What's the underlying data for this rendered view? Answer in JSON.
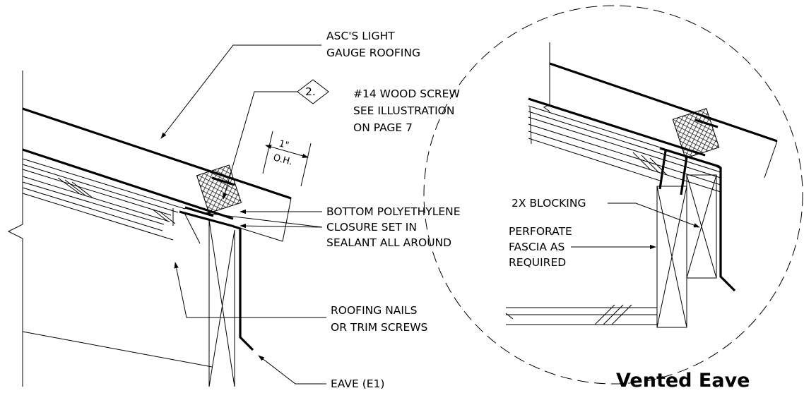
{
  "labels": {
    "roofing_1": "ASC'S LIGHT",
    "roofing_2": "GAUGE ROOFING",
    "callout_number": "2.",
    "screw_1": "#14 WOOD SCREW",
    "screw_2": "SEE ILLUSTRATION",
    "screw_3": "ON PAGE 7",
    "overhang_1": "1\"",
    "overhang_2": "O.H.",
    "closure_1": "BOTTOM POLYETHYLENE",
    "closure_2": "CLOSURE SET IN",
    "closure_3": "SEALANT ALL AROUND",
    "nails_1": "ROOFING NAILS",
    "nails_2": "OR TRIM SCREWS",
    "eave": "EAVE (E1)",
    "blocking": "2X BLOCKING",
    "fascia_1": "PERFORATE",
    "fascia_2": "FASCIA AS",
    "fascia_3": "REQUIRED",
    "vented_title": "Vented Eave"
  }
}
